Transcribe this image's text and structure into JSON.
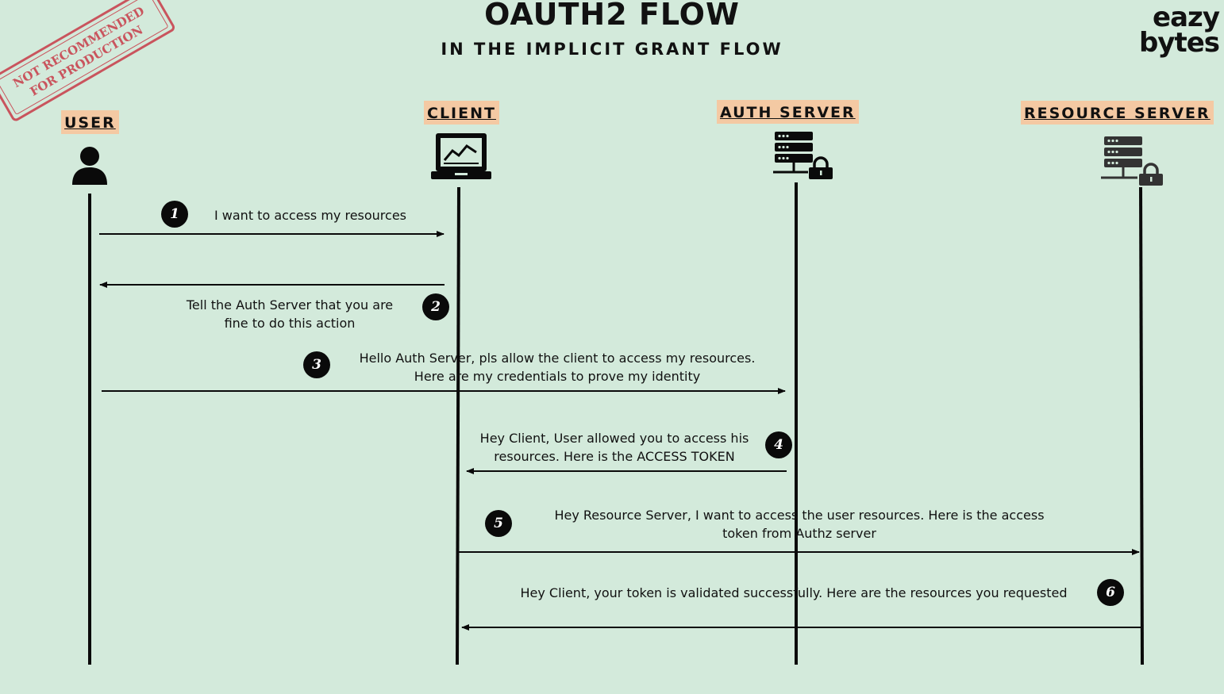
{
  "header": {
    "title": "OAUTH2 FLOW",
    "subtitle": "IN THE IMPLICIT GRANT FLOW",
    "brand_line1": "eazy",
    "brand_line2": "bytes"
  },
  "stamp": {
    "line1": "NOT RECOMMENDED",
    "line2": "FOR PRODUCTION"
  },
  "actors": [
    {
      "label": "USER",
      "icon": "user-icon"
    },
    {
      "label": "CLIENT",
      "icon": "laptop-icon"
    },
    {
      "label": "AUTH SERVER",
      "icon": "server-lock-icon"
    },
    {
      "label": "RESOURCE SERVER",
      "icon": "server-lock-icon"
    }
  ],
  "messages": [
    {
      "step": "1",
      "from": "USER",
      "to": "CLIENT",
      "lines": [
        "I want to access my resources"
      ]
    },
    {
      "step": "2",
      "from": "CLIENT",
      "to": "USER",
      "lines": [
        "Tell the Auth Server that you are",
        "fine to do this action"
      ]
    },
    {
      "step": "3",
      "from": "USER",
      "to": "AUTH SERVER",
      "lines": [
        "Hello Auth Server, pls allow the client to access my resources.",
        "Here  are my credentials to prove my identity"
      ]
    },
    {
      "step": "4",
      "from": "AUTH SERVER",
      "to": "CLIENT",
      "lines": [
        "Hey Client, User allowed you to access his",
        "resources. Here is the ACCESS TOKEN"
      ]
    },
    {
      "step": "5",
      "from": "CLIENT",
      "to": "RESOURCE SERVER",
      "lines": [
        "Hey Resource Server,  I want to access the user resources. Here is the access",
        "token from Authz server"
      ]
    },
    {
      "step": "6",
      "from": "RESOURCE SERVER",
      "to": "CLIENT",
      "lines": [
        "Hey Client, your token is validated successfully.   Here are the resources you requested"
      ]
    }
  ],
  "colors": {
    "background": "#d3eadb",
    "actor_highlight": "#f4c9a3",
    "stamp": "#c8404c",
    "ink": "#0a0a0a"
  }
}
